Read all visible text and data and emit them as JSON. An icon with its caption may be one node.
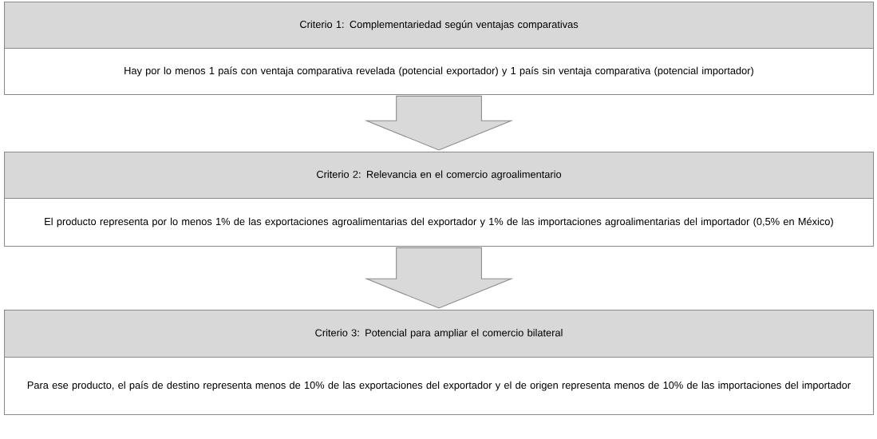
{
  "diagram": {
    "nodes": [
      {
        "text": [
          "Criterio 1: Complementariedad según ventajas comparativas"
        ]
      },
      {
        "text": [
          "Hay por lo menos 1 país con ventaja comparativa revelada (potencial exportador) y 1 país sin ventaja comparativa (potencial importador)"
        ]
      },
      {
        "text": [
          "Criterio 2: Relevancia en el comercio agroalimentario"
        ]
      },
      {
        "text": [
          "El producto representa por lo menos 1% de las exportaciones agroalimentarias del exportador y 1% de las importaciones agroalimentarias del importador (0,5% en México)"
        ]
      },
      {
        "text": [
          "Criterio 3: Potencial para ampliar el comercio bilateral"
        ]
      },
      {
        "text": [
          "Para ese producto, el país de destino representa menos de 10% de las exportaciones del exportador y el de origen representa menos de 10% de las importaciones del importador"
        ]
      }
    ],
    "edges": [
      {
        "from": 1,
        "to": 2,
        "arrow": "to"
      },
      {
        "from": 3,
        "to": 4,
        "arrow": "to"
      }
    ]
  }
}
